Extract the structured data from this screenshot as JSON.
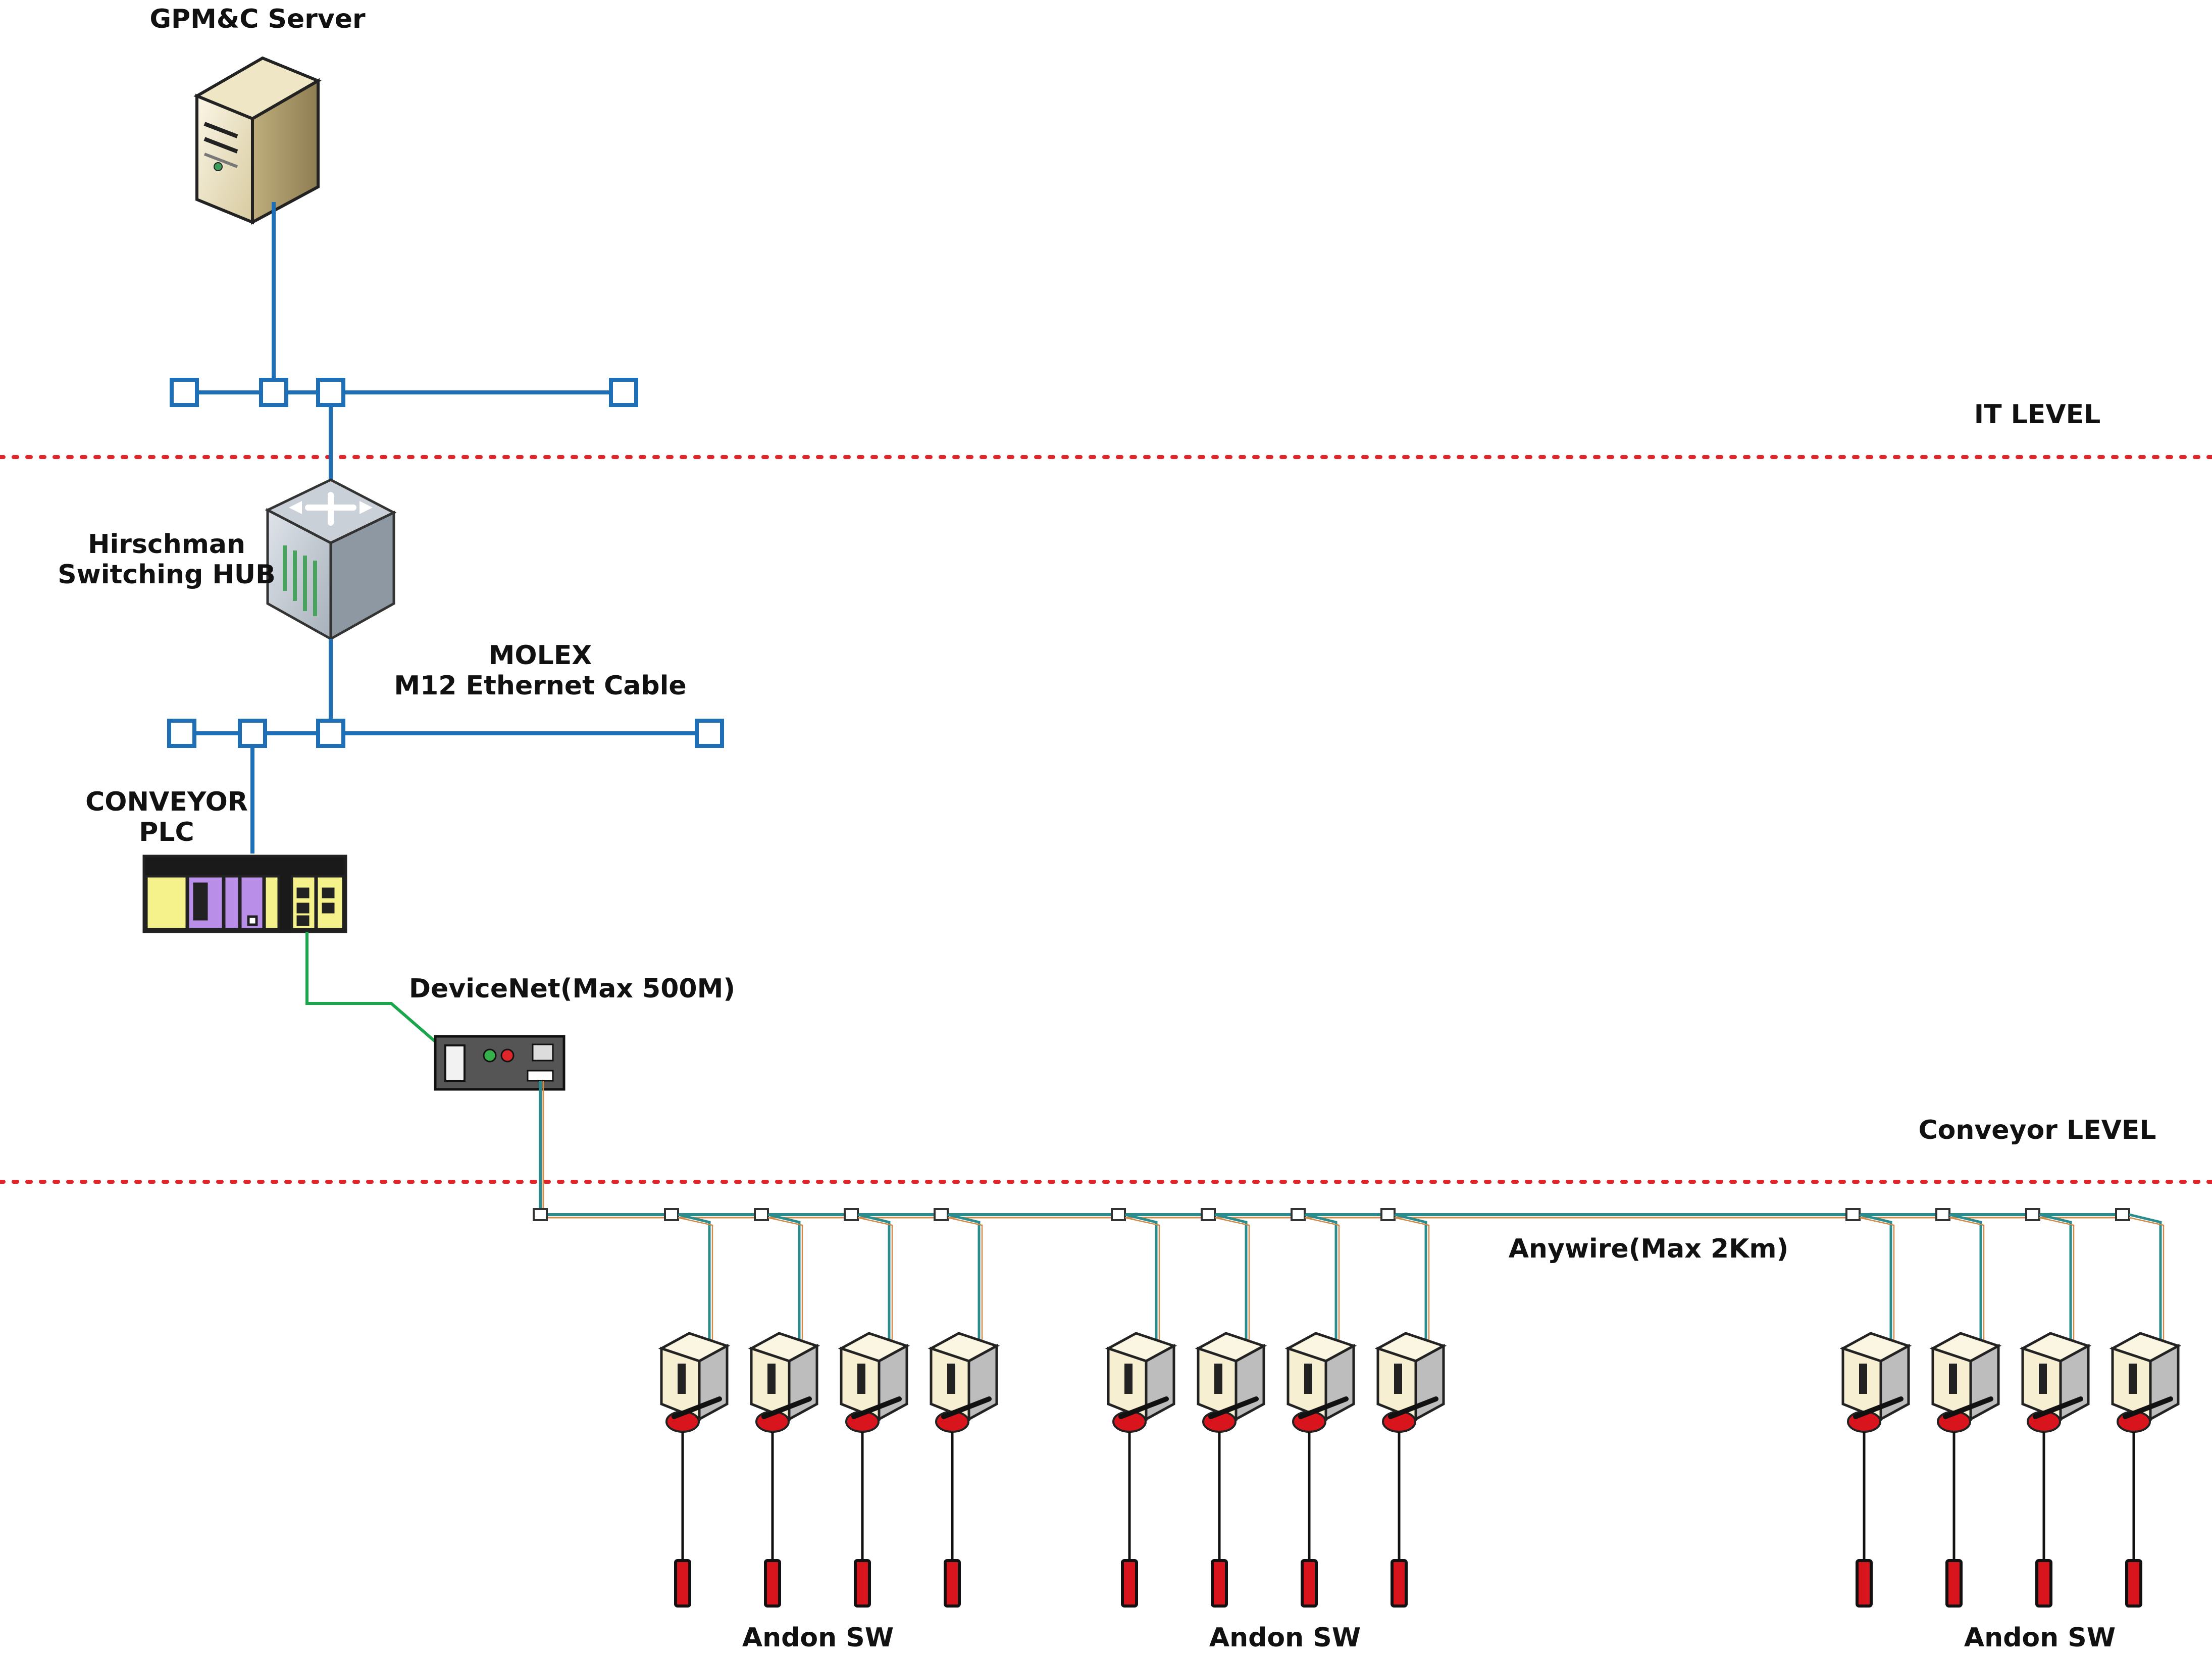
{
  "labels": {
    "server": "GPM&C Server",
    "it_level": "IT LEVEL",
    "hub_line1": "Hirschman",
    "hub_line2": "Switching HUB",
    "cable_line1": "MOLEX",
    "cable_line2": "M12 Ethernet Cable",
    "plc_line1": "CONVEYOR",
    "plc_line2": "PLC",
    "devicenet": "DeviceNet(Max 500M)",
    "conveyor_level": "Conveyor LEVEL",
    "anywire": "Anywire(Max 2Km)",
    "andon_group_1": "Andon SW",
    "andon_group_2": "Andon SW",
    "andon_group_3": "Andon SW"
  },
  "colors": {
    "ethernet": "#1f6fb7",
    "devicenet": "#1aa64a",
    "anywire": "#2a8c8c",
    "level_divider": "#e0262b",
    "andon_box": "#f7efd2",
    "andon_button": "#d8141c"
  },
  "andon_groups": [
    {
      "label_key": "andon_group_1",
      "count": 4
    },
    {
      "label_key": "andon_group_2",
      "count": 4
    },
    {
      "label_key": "andon_group_3",
      "count": 4
    }
  ]
}
